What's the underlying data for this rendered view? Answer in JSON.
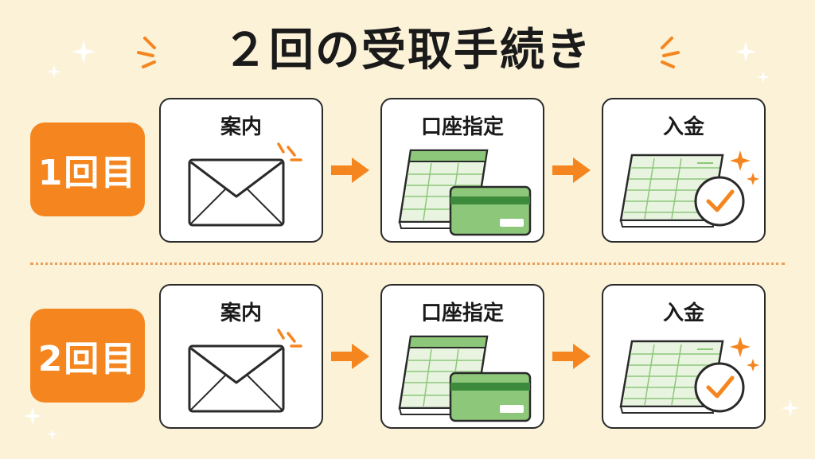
{
  "title": "２回の受取手続き",
  "colors": {
    "background": "#fbf2d8",
    "accent_orange": "#f5861f",
    "card_green": "#8dc77a",
    "card_green_dark": "#3c8a3c",
    "passbook_green": "#e8f4e0"
  },
  "rows": [
    {
      "label": "1回目",
      "steps": [
        {
          "label": "案内",
          "icon": "envelope-icon"
        },
        {
          "label": "口座指定",
          "icon": "passbook-and-card-icon"
        },
        {
          "label": "入金",
          "icon": "passbook-check-icon"
        }
      ]
    },
    {
      "label": "2回目",
      "steps": [
        {
          "label": "案内",
          "icon": "envelope-icon"
        },
        {
          "label": "口座指定",
          "icon": "passbook-and-card-icon"
        },
        {
          "label": "入金",
          "icon": "passbook-check-icon"
        }
      ]
    }
  ]
}
